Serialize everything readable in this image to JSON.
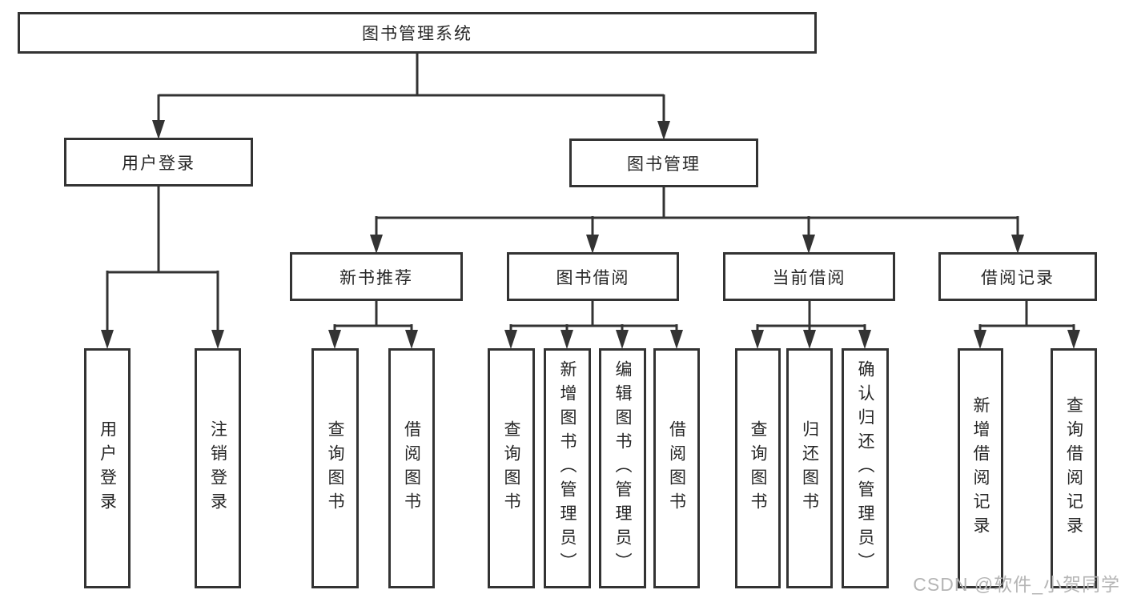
{
  "diagram": {
    "root": {
      "label": "图书管理系统"
    },
    "level2": [
      {
        "label": "用户登录",
        "leaves": [
          {
            "label": "用户登录"
          },
          {
            "label": "注销登录"
          }
        ]
      },
      {
        "label": "图书管理",
        "children": [
          {
            "label": "新书推荐",
            "leaves": [
              {
                "label": "查询图书"
              },
              {
                "label": "借阅图书"
              }
            ]
          },
          {
            "label": "图书借阅",
            "leaves": [
              {
                "label": "查询图书"
              },
              {
                "label": "新增图书（管理员）"
              },
              {
                "label": "编辑图书（管理员）"
              },
              {
                "label": "借阅图书"
              }
            ]
          },
          {
            "label": "当前借阅",
            "leaves": [
              {
                "label": "查询图书"
              },
              {
                "label": "归还图书"
              },
              {
                "label": "确认归还（管理员）"
              }
            ]
          },
          {
            "label": "借阅记录",
            "leaves": [
              {
                "label": "新增借阅记录"
              },
              {
                "label": "查询借阅记录"
              }
            ]
          }
        ]
      }
    ]
  },
  "watermark": {
    "text": "CSDN @软件_小贺同学"
  },
  "colors": {
    "line": "#333333",
    "text": "#262626",
    "watermark": "#b5b5b5",
    "background": "#ffffff"
  }
}
